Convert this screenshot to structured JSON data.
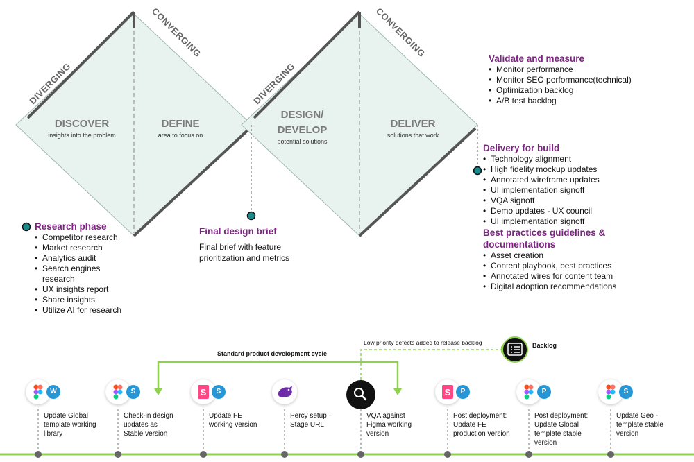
{
  "diamonds": {
    "phases": [
      {
        "title": "DISCOVER",
        "subtitle": "insights into the problem"
      },
      {
        "title": "DEFINE",
        "subtitle": "area to focus on"
      },
      {
        "title": "DESIGN/",
        "title2": "DEVELOP",
        "subtitle": "potential solutions"
      },
      {
        "title": "DELIVER",
        "subtitle": "solutions that work"
      }
    ],
    "diverging_label": "DIVERGING",
    "converging_label": "CONVERGING"
  },
  "research": {
    "title": "Research phase",
    "items": [
      "Competitor research",
      "Market research",
      "Analytics audit",
      "Search engines",
      "research",
      "UX insights report",
      "Share insights",
      "Utilize AI for research"
    ]
  },
  "brief": {
    "title": "Final design brief",
    "line1": "Final brief with feature",
    "line2": "prioritization and metrics"
  },
  "validate": {
    "title": "Validate and measure",
    "items": [
      "Monitor performance",
      "Monitor SEO performance(technical)",
      "Optimization backlog",
      "A/B test backlog"
    ]
  },
  "delivery": {
    "title": "Delivery for build",
    "items": [
      "Technology alignment",
      "High fidelity mockup updates",
      "Annotated wireframe updates",
      "UI implementation signoff",
      "VQA signoff",
      "Demo updates - UX council",
      "UI implementation signoff"
    ]
  },
  "best": {
    "title1": "Best practices guidelines &",
    "title2": "documentations",
    "items": [
      "Asset creation",
      "Content playbook, best practices",
      "Annotated wires for content team",
      "Digital adoption recommendations"
    ]
  },
  "flow": {
    "cycle_label": "Standard product development cycle",
    "defects_label": "Low priority defects added to release backlog",
    "backlog_label": "Backlog"
  },
  "steps": [
    {
      "icon": "figma-icon",
      "badge": "W",
      "lines": [
        "Update Global",
        "template working",
        "library"
      ]
    },
    {
      "icon": "figma-icon",
      "badge": "S",
      "lines": [
        "Check-in design",
        "updates as",
        "Stable version"
      ]
    },
    {
      "icon": "storybook-icon",
      "badge": "S",
      "lines": [
        "Update FE",
        "working version"
      ]
    },
    {
      "icon": "percy-icon",
      "badge": "",
      "lines": [
        "Percy setup –",
        "Stage URL"
      ]
    },
    {
      "icon": "search-icon",
      "badge": "",
      "lines": [
        "VQA against",
        "Figma working",
        "version"
      ]
    },
    {
      "icon": "storybook-icon",
      "badge": "P",
      "lines": [
        "Post deployment:",
        "Update FE",
        "production version"
      ]
    },
    {
      "icon": "figma-icon",
      "badge": "P",
      "lines": [
        "Post deployment:",
        "Update Global",
        "template stable",
        "version"
      ]
    },
    {
      "icon": "figma-icon",
      "badge": "S",
      "lines": [
        "Update Geo -",
        "template stable",
        "version"
      ]
    }
  ],
  "colors": {
    "accent_purple": "#7b2580",
    "teal_dot": "#1a8a8a",
    "green": "#8fd14f",
    "badge_blue": "#2796d6",
    "diamond_fill": "#e8f2ee"
  }
}
